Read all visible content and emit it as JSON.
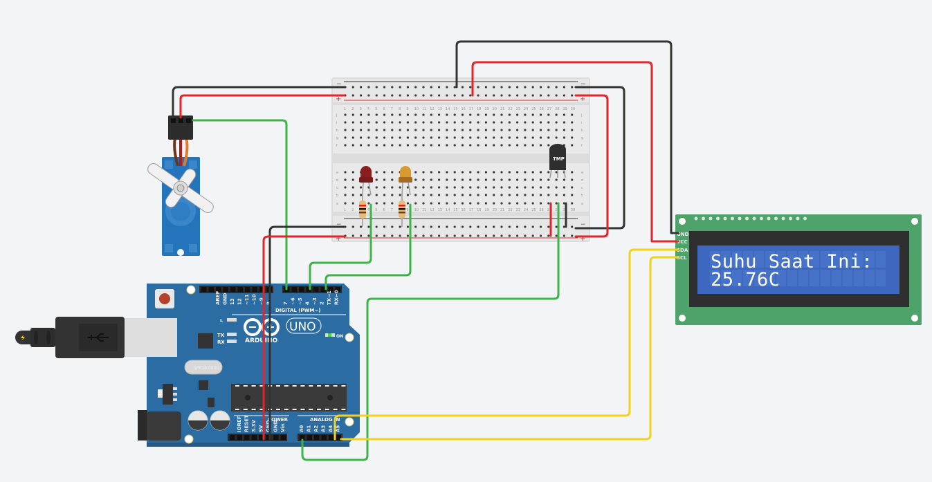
{
  "canvas": {
    "background": "#f3f4f6"
  },
  "lcd": {
    "line1": "Suhu Saat Ini:",
    "line2": "25.76C",
    "pins": [
      "GND",
      "VCC",
      "SDA",
      "SCL"
    ],
    "colors": {
      "board": "#4ea36a",
      "screen": "#3e68c0",
      "bezel": "#2f2f2f"
    }
  },
  "arduino": {
    "brand": "ARDUINO",
    "model": "UNO",
    "digital_label": "DIGITAL (PWM~)",
    "power_label": "POWER",
    "analog_label": "ANALOG IN",
    "on_label": "ON",
    "led_labels": [
      "L",
      "TX",
      "RX"
    ],
    "crystal_label": "SPK16.000G",
    "digital_pins_left": [
      "AREF",
      "GND",
      "13",
      "12",
      "~11",
      "~10",
      "~9",
      "8"
    ],
    "digital_pins_right": [
      "7",
      "~6",
      "~5",
      "4",
      "~3",
      "2",
      "TX→1",
      "RX←0"
    ],
    "power_pins": [
      "IOREF",
      "RESET",
      "3.3V",
      "5V",
      "GND",
      "GND",
      "Vin"
    ],
    "analog_pins": [
      "A0",
      "A1",
      "A2",
      "A3",
      "A4",
      "A5"
    ],
    "color": "#2b6ca3"
  },
  "breadboard": {
    "rows_top": [
      "j",
      "i",
      "h",
      "g",
      "f"
    ],
    "rows_bottom": [
      "e",
      "d",
      "c",
      "b",
      "a"
    ],
    "columns": 30,
    "rail_labels": {
      "minus": "−",
      "plus": "+"
    }
  },
  "components": {
    "sensor_label": "TMP",
    "leds": [
      {
        "name": "red-led",
        "color": "#8b1f1f"
      },
      {
        "name": "yellow-led",
        "color": "#d79a2e"
      }
    ],
    "resistor_bands": [
      "#e01f1f",
      "#111111",
      "#7a3d12"
    ]
  },
  "wire_colors": {
    "red": "#e0262a",
    "black": "#333333",
    "green": "#3cb44b",
    "yellow": "#f2d21a"
  }
}
